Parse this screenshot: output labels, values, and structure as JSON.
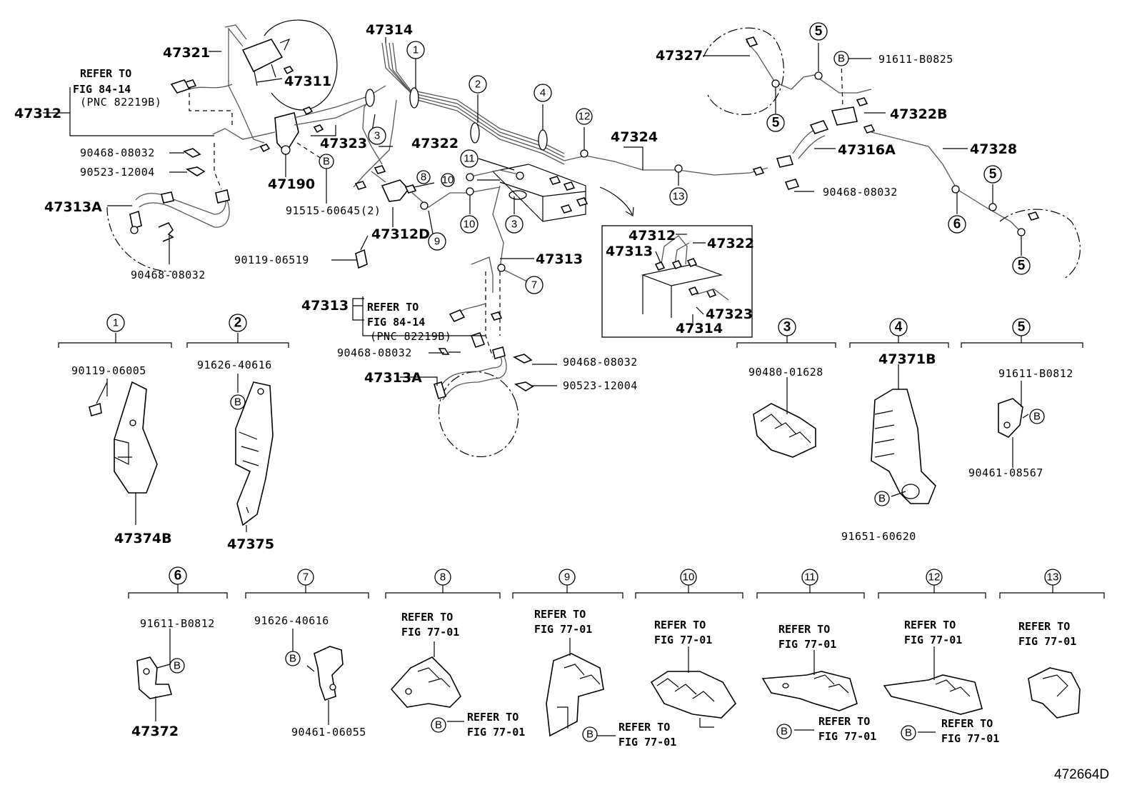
{
  "figure_id": "472664D",
  "bubble_letter": "B",
  "parts": {
    "p47314": "47314",
    "p47321": "47321",
    "p47311": "47311",
    "p47312": "47312",
    "p47323": "47323",
    "p47322": "47322",
    "p47190": "47190",
    "p47312D": "47312D",
    "p47313": "47313",
    "p47313A": "47313A",
    "p47324": "47324",
    "p47327": "47327",
    "p47322B": "47322B",
    "p47316A": "47316A",
    "p47328": "47328",
    "p47374B": "47374B",
    "p47375": "47375",
    "p47371B": "47371B",
    "p47372": "47372"
  },
  "fasteners": {
    "f9046808032": "90468-08032",
    "f9052312004": "90523-12004",
    "f9151560645": "91515-60645(2)",
    "f9011906519": "90119-06519",
    "f91611B0825": "91611-B0825",
    "f9011906005": "90119-06005",
    "f9162640616": "91626-40616",
    "f9048001628": "90480-01628",
    "f91611B0812": "91611-B0812",
    "f9046108567": "90461-08567",
    "f9165160620": "91651-60620",
    "f9046106055": "90461-06055"
  },
  "notes": {
    "refer_to": "REFER TO",
    "fig_84_14": "FIG 84-14",
    "pnc": "(PNC 82219B)",
    "fig_77_01": "FIG 77-01"
  },
  "detail_numbers": [
    "1",
    "2",
    "3",
    "4",
    "5",
    "6",
    "7",
    "8",
    "9",
    "10",
    "11",
    "12",
    "13"
  ]
}
